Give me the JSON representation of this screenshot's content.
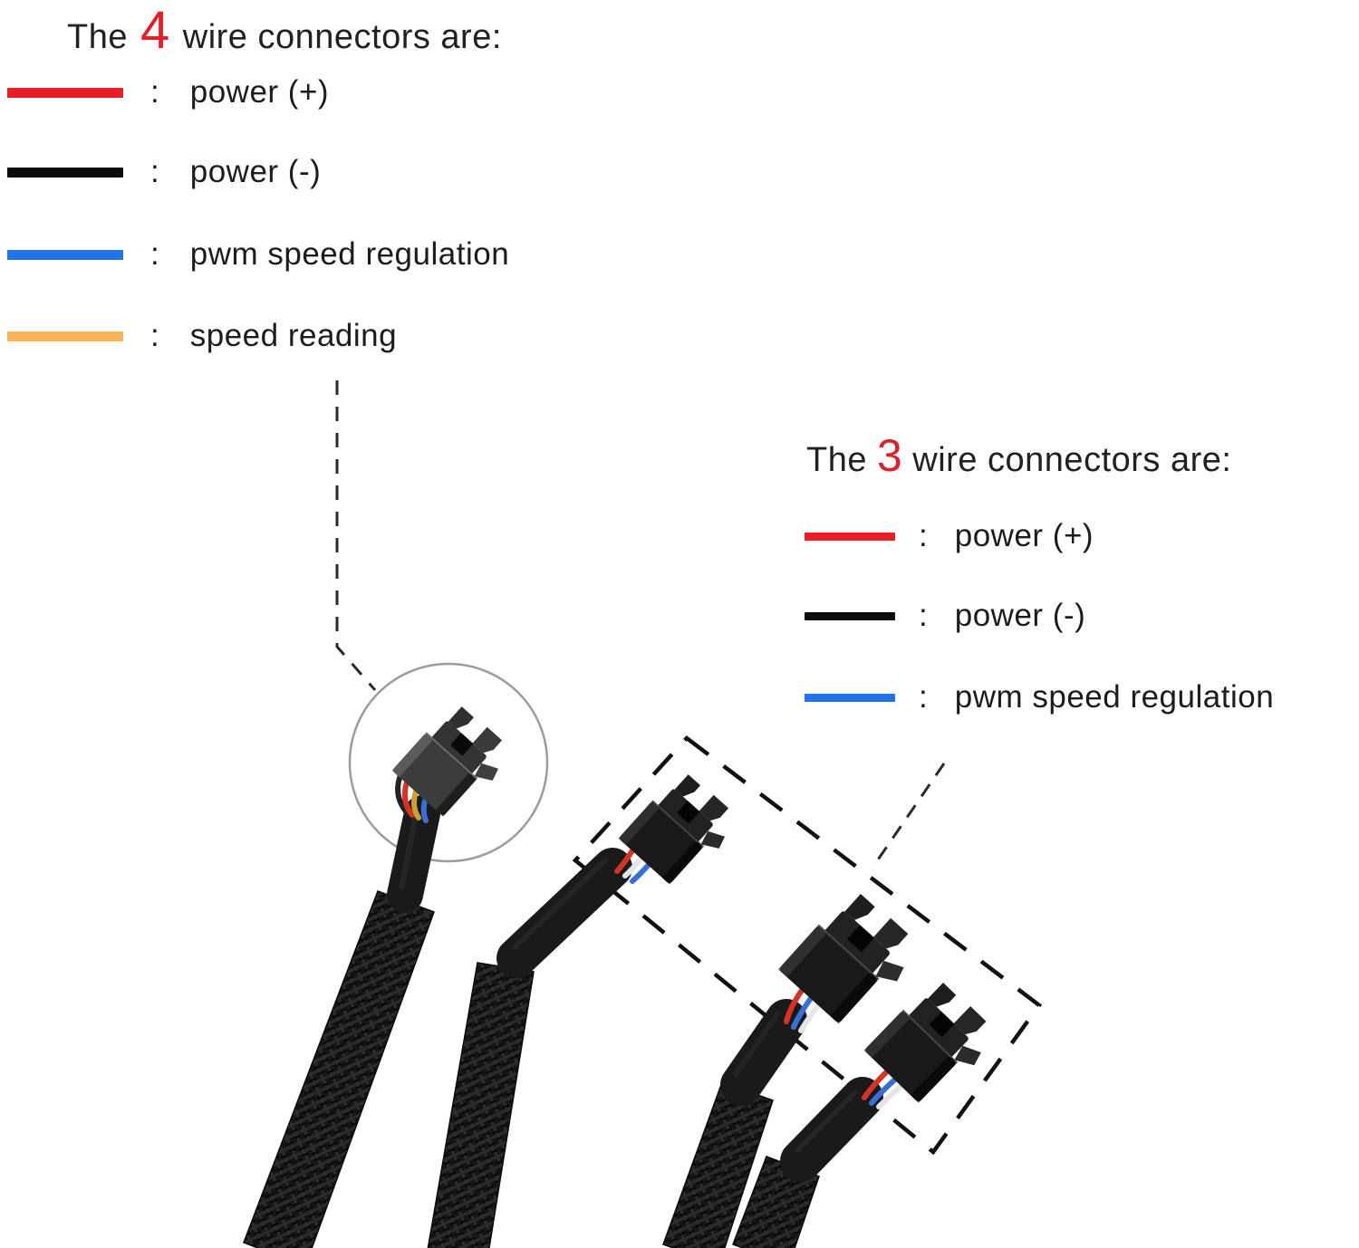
{
  "legend_4wire": {
    "title_prefix": "The",
    "title_number": "4",
    "title_suffix": "wire connectors are:",
    "number_color": "#e02127",
    "items": [
      {
        "color": "#ea1c24",
        "sep": ":",
        "label": "power (+)"
      },
      {
        "color": "#0c0c0c",
        "sep": ":",
        "label": "power (-)"
      },
      {
        "color": "#2273e6",
        "sep": ":",
        "label": "pwm speed regulation"
      },
      {
        "color": "#f7b355",
        "sep": ":",
        "label": "speed reading"
      }
    ]
  },
  "legend_3wire": {
    "title_prefix": "The",
    "title_number": "3",
    "title_suffix": "wire connectors are:",
    "number_color": "#d8222e",
    "items": [
      {
        "color": "#ea1c24",
        "sep": ":",
        "label": "power (+)"
      },
      {
        "color": "#0c0c0c",
        "sep": ":",
        "label": "power (-)"
      },
      {
        "color": "#2273e6",
        "sep": ":",
        "label": "pwm speed regulation"
      }
    ]
  },
  "artwork": {
    "wire_red": "#d43428",
    "wire_blue": "#3a6fd8",
    "wire_yellow": "#c9a033",
    "wire_white": "#e4e4ea",
    "wire_black": "#232323",
    "circle_stroke": "#9c9c9c",
    "dash_color": "#111111",
    "callout_color": "#2a2a2a"
  }
}
